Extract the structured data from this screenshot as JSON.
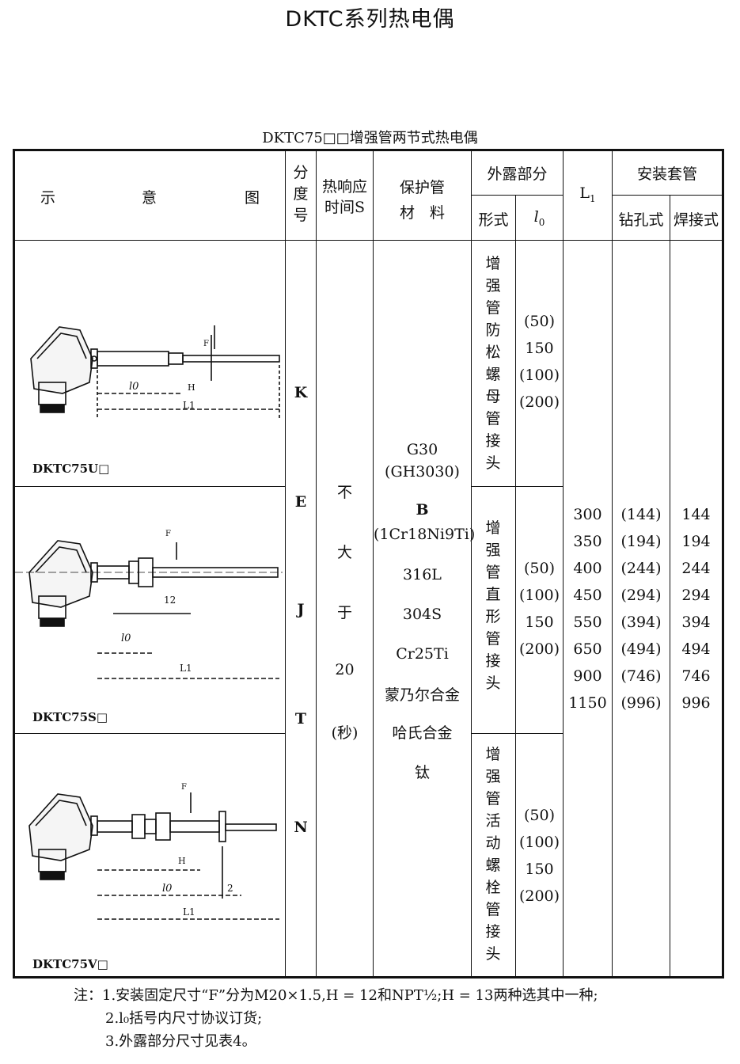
{
  "page_title": "DKTC系列热电偶",
  "table_title": "DKTC75□□增强管两节式热电偶",
  "headers": {
    "diagram": [
      "示",
      "意",
      "图"
    ],
    "graduation": [
      "分",
      "度",
      "号"
    ],
    "response_time": [
      "热响应",
      "时间S"
    ],
    "tube_material": [
      "保护管",
      "材　料"
    ],
    "exposed": "外露部分",
    "form": "形式",
    "l0": "l",
    "l0_sub": "0",
    "L1": "L",
    "L1_sub": "1",
    "sleeve": "安装套管",
    "drill": "钻孔式",
    "weld": "焊接式"
  },
  "graduations": [
    "K",
    "E",
    "J",
    "T",
    "N"
  ],
  "response_values": [
    "不",
    "大",
    "于",
    "20",
    "(秒)"
  ],
  "materials": [
    "G30",
    "(GH3030)",
    "B",
    "(1Cr18Ni9Ti)",
    "316L",
    "304S",
    "Cr25Ti",
    "蒙乃尔合金",
    "哈氏合金",
    "钛"
  ],
  "rows": [
    {
      "model": "DKTC75U□",
      "form": [
        "增",
        "强",
        "管",
        "防",
        "松",
        "螺",
        "母",
        "管",
        "接",
        "头"
      ],
      "l0": [
        "(50)",
        "150",
        "(100)",
        "(200)"
      ],
      "labels": {
        "l0": "l0",
        "H": "H",
        "L1": "L1",
        "F": "F"
      }
    },
    {
      "model": "DKTC75S□",
      "form": [
        "增",
        "强",
        "管",
        "直",
        "形",
        "管",
        "接",
        "头"
      ],
      "l0": [
        "(50)",
        "(100)",
        "150",
        "(200)"
      ],
      "labels": {
        "l0": "l0",
        "dim": "12",
        "L1": "L1",
        "F": "F"
      }
    },
    {
      "model": "DKTC75V□",
      "form": [
        "增",
        "强",
        "管",
        "活",
        "动",
        "螺",
        "栓",
        "管",
        "接",
        "头"
      ],
      "l0": [
        "(50)",
        "(100)",
        "150",
        "(200)"
      ],
      "labels": {
        "l0": "l0",
        "H": "H",
        "dim": "2",
        "L1": "L1",
        "F": "F"
      }
    }
  ],
  "L1_values": [
    "300",
    "350",
    "400",
    "450",
    "550",
    "650",
    "900",
    "1150"
  ],
  "drill_values": [
    "(144)",
    "(194)",
    "(244)",
    "(294)",
    "(394)",
    "(494)",
    "(746)",
    "(996)"
  ],
  "weld_values": [
    "144",
    "194",
    "244",
    "294",
    "394",
    "494",
    "746",
    "996"
  ],
  "notes": [
    "注：1.安装固定尺寸“F”分为M20×1.5,H = 12和NPT½;H = 13两种选其中一种;",
    "2.l₀括号内尺寸协议订货;",
    "3.外露部分尺寸见表4。"
  ]
}
